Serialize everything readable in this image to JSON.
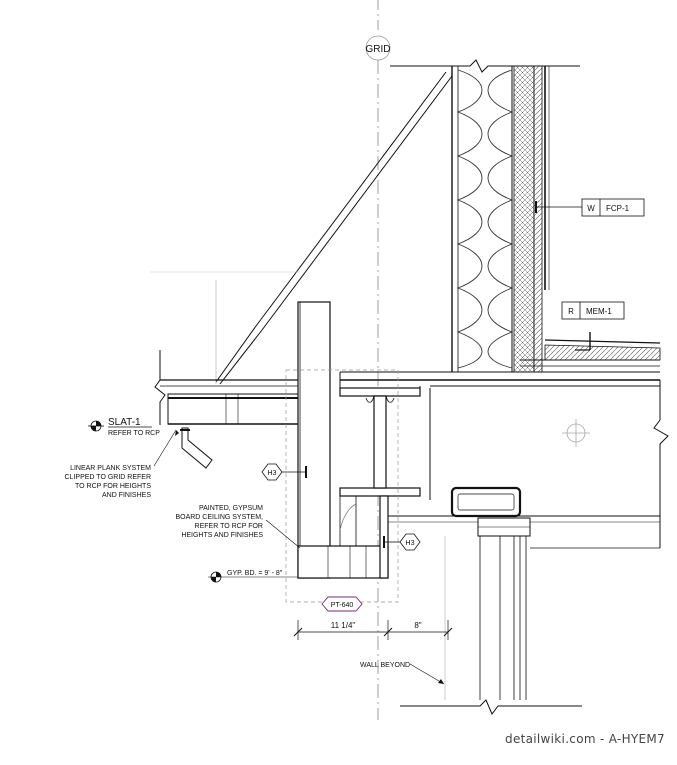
{
  "grid_label": "GRID",
  "tags": {
    "w_prefix": "W",
    "w_code": "FCP-1",
    "r_prefix": "R",
    "r_code": "MEM-1",
    "h3_upper": "H3",
    "h3_lower": "H3",
    "pt": "PT-640"
  },
  "notes": {
    "slat_title": "SLAT-1",
    "slat_sub": "REFER TO RCP",
    "linear_plank": [
      "LINEAR PLANK SYSTEM",
      "CLIPPED TO GRID REFER",
      "TO RCP FOR HEIGHTS",
      "AND FINISHES"
    ],
    "gyp_ceiling": [
      "PAINTED, GYPSUM",
      "BOARD CEILING SYSTEM,",
      "REFER TO RCP FOR",
      "HEIGHTS  AND FINISHES"
    ],
    "gyp_elev": "GYP. BD. = 9' - 8\"",
    "wall_beyond": "WALL BEYOND"
  },
  "dimensions": {
    "left": "11 1/4\"",
    "right": "8\""
  },
  "watermark": "detailwiki.com - A-HYEM7",
  "colors": {
    "line": "#111111",
    "light": "#9a9a9a",
    "tag_border": "#7a2a7a"
  }
}
